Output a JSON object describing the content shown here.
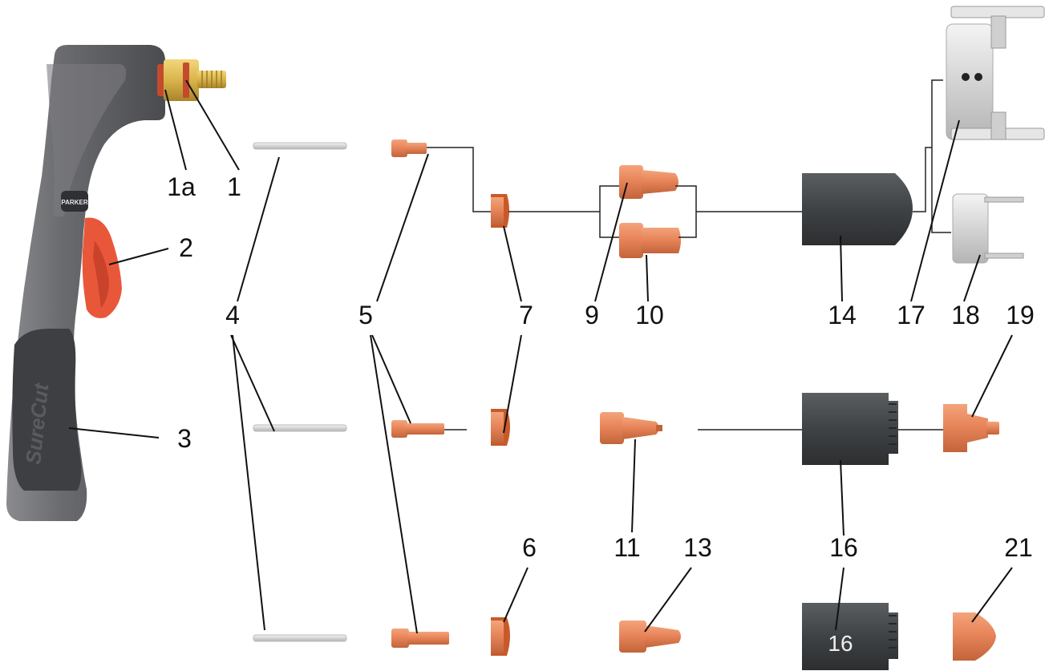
{
  "diagram": {
    "torch": {
      "brand_badge": "PARKER",
      "grip_text": "SureCut"
    },
    "callouts": {
      "c1a": "1a",
      "c1": "1",
      "c2": "2",
      "c3": "3",
      "c4": "4",
      "c5": "5",
      "c6": "6",
      "c7_top": "7",
      "c7_mid": "7",
      "c9": "9",
      "c10": "10",
      "c11": "11",
      "c13": "13",
      "c14": "14",
      "c16_mid": "16",
      "c16_bot": "16",
      "c17": "17",
      "c18": "18",
      "c19": "19",
      "c21": "21"
    },
    "colors": {
      "torch_body": "#5f6063",
      "torch_dark": "#3e3f42",
      "trigger": "#e8573a",
      "copper": "#e8855a",
      "copper_dark": "#b85a2e",
      "brass": "#d9b44a",
      "shroud": "#3f4245",
      "steel": "#d8d8d8",
      "line": "#222222"
    }
  }
}
